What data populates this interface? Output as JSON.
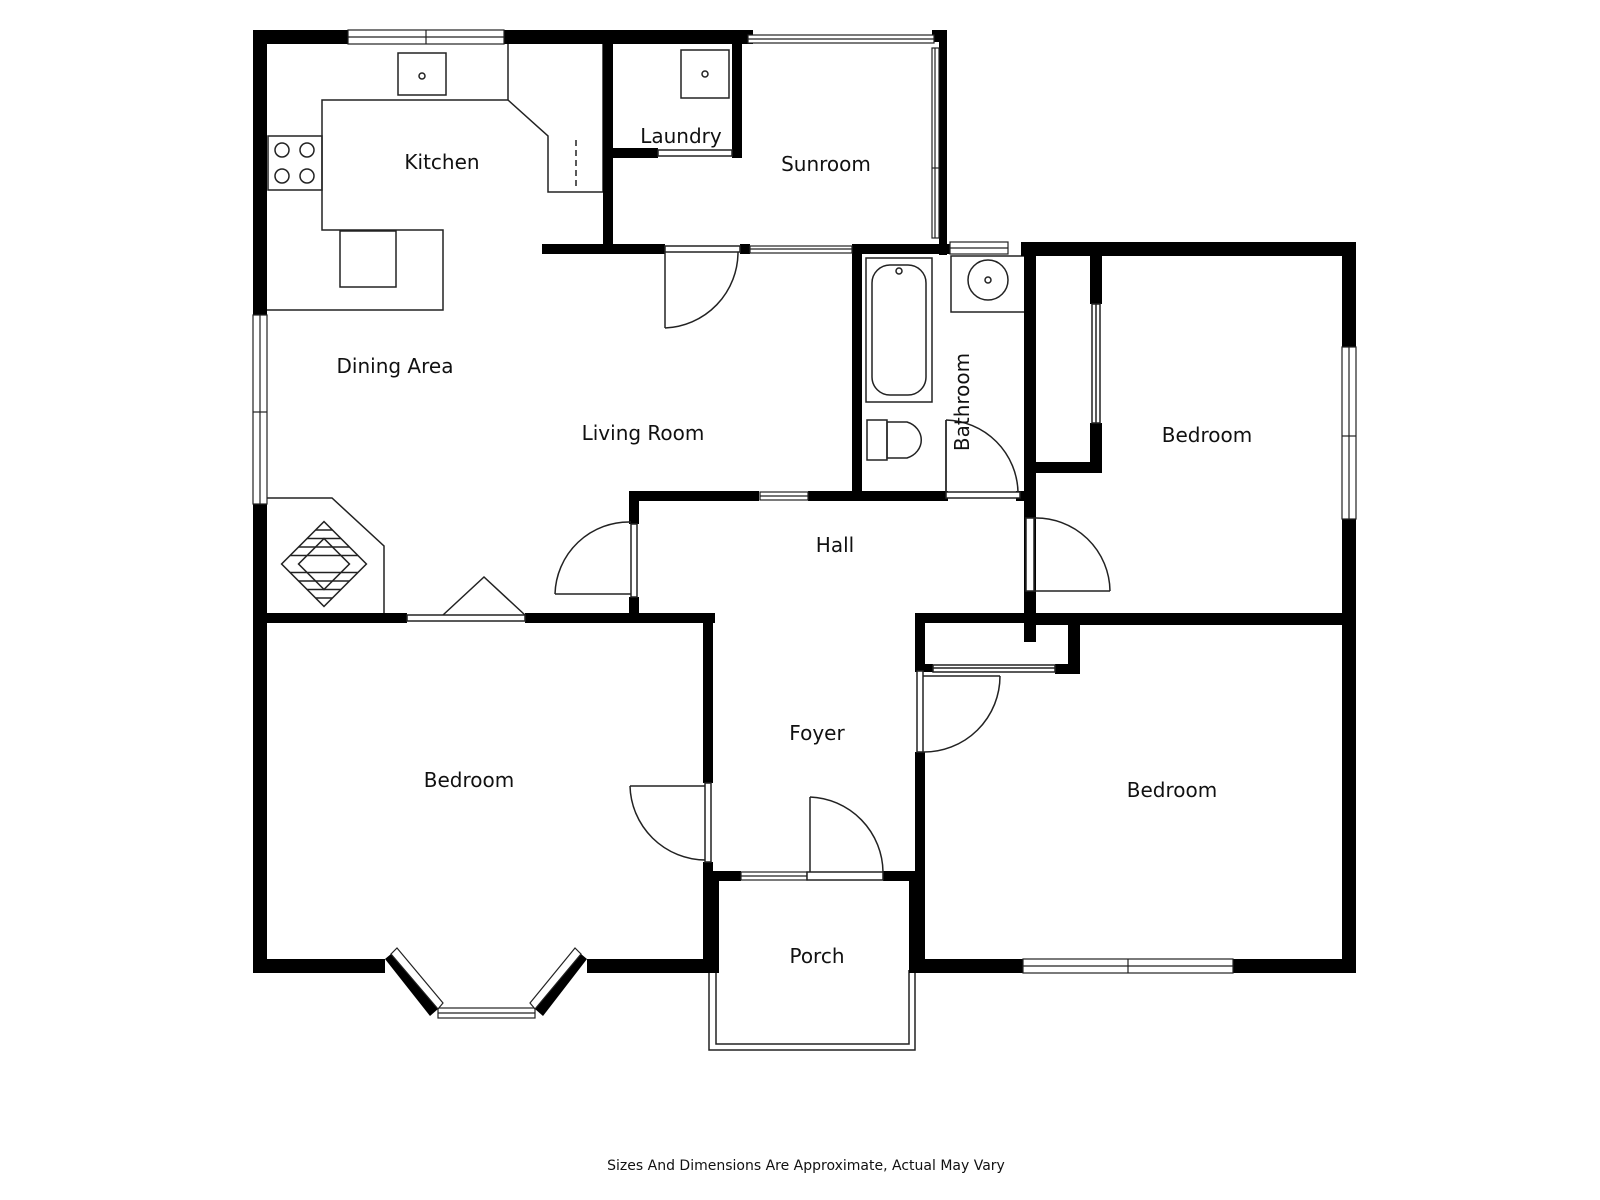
{
  "plan": {
    "colors": {
      "wall": "#000000",
      "line": "#222222",
      "background": "#ffffff"
    },
    "rooms": {
      "kitchen": "Kitchen",
      "laundry": "Laundry",
      "sunroom": "Sunroom",
      "dining_area": "Dining Area",
      "living_room": "Living Room",
      "bathroom": "Bathroom",
      "bedroom_east": "Bedroom",
      "hall": "Hall",
      "bedroom_southwest": "Bedroom",
      "foyer": "Foyer",
      "bedroom_southeast": "Bedroom",
      "porch": "Porch"
    },
    "note": "Sizes And Dimensions Are Approximate, Actual May Vary"
  }
}
